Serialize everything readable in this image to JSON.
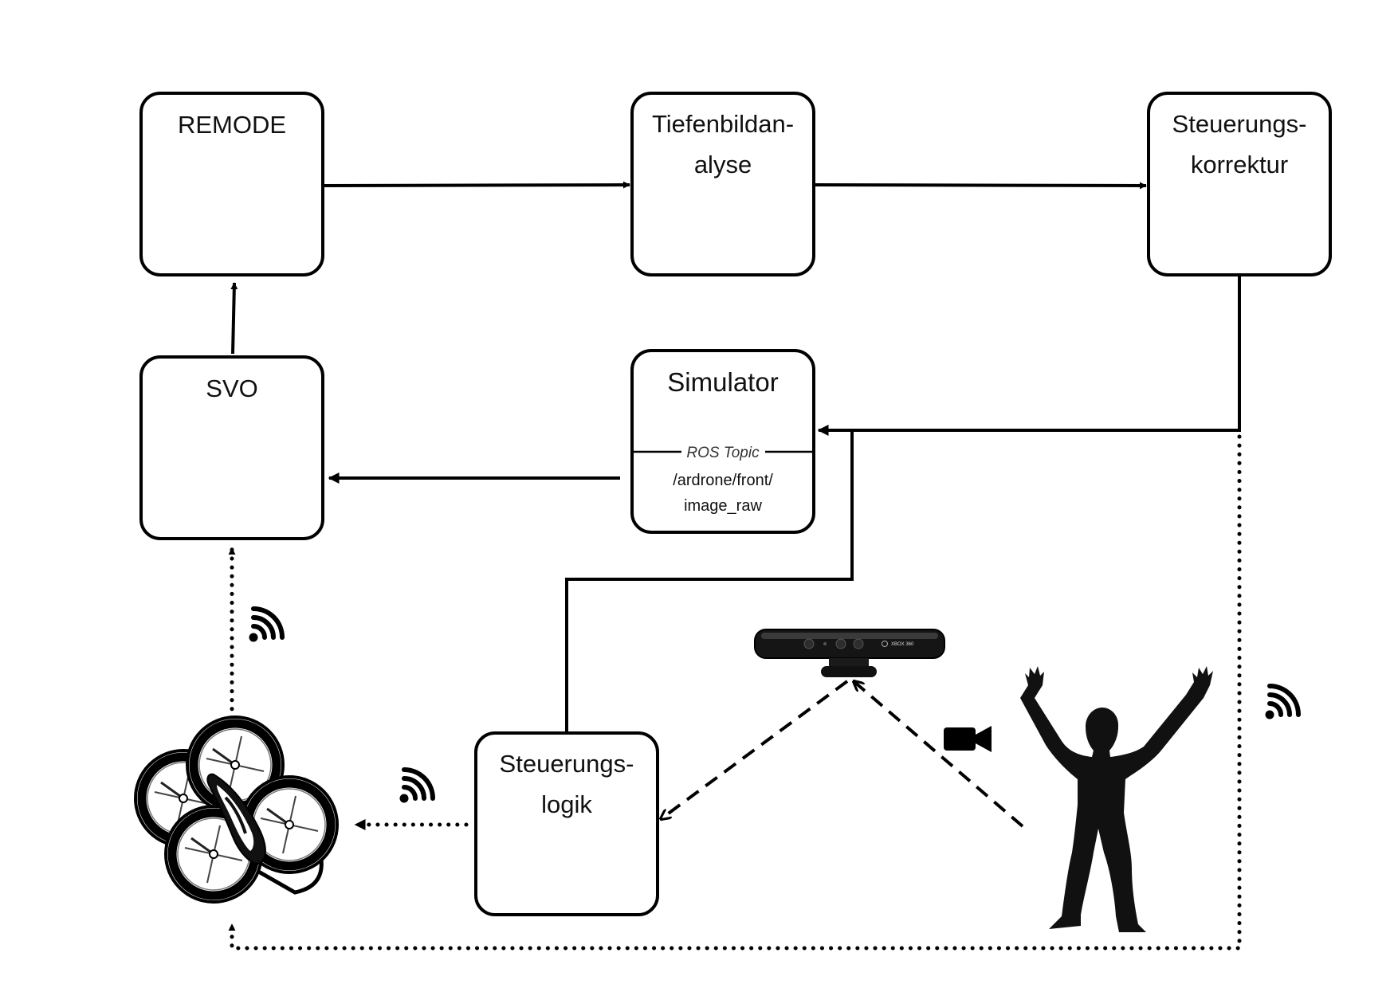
{
  "nodes": {
    "remode": "REMODE",
    "tiefenbildanalyse": [
      "Tiefenbildan-",
      "alyse"
    ],
    "steuerungskorrektur": [
      "Steuerungs-",
      "korrektur"
    ],
    "svo": "SVO",
    "simulator": {
      "title": "Simulator",
      "topic_caption": "ROS Topic",
      "topic_path": [
        "/ardrone/front/",
        "image_raw"
      ]
    },
    "steuerungslogik": [
      "Steuerungs-",
      "logik"
    ]
  },
  "devices": {
    "kinect_brand": "XBOX 360"
  },
  "icons": [
    "wifi-icon",
    "video-camera-icon",
    "quadcopter-drone-icon",
    "kinect-sensor-icon",
    "person-silhouette-icon"
  ],
  "colors": {
    "stroke": "#000000",
    "background": "#ffffff"
  }
}
